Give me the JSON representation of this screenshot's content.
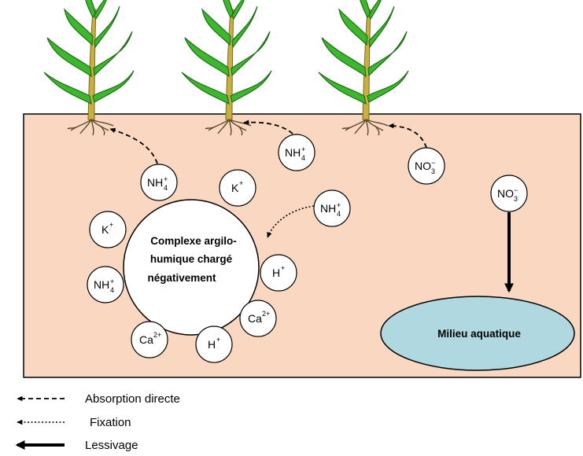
{
  "ions": {
    "nh4_top_left": {
      "base": "NH",
      "sub": "4",
      "sup": "+"
    },
    "nh4_middle": {
      "base": "NH",
      "sub": "4",
      "sup": "+"
    },
    "no3_top_right": {
      "base": "NO",
      "sub": "3",
      "sup": "−"
    },
    "k_upper": {
      "base": "K",
      "sup": "+"
    },
    "nh4_fixation": {
      "base": "NH",
      "sub": "4",
      "sup": "+"
    },
    "no3_leaching": {
      "base": "NO",
      "sub": "3",
      "sup": "−"
    },
    "k_left": {
      "base": "K",
      "sup": "+"
    },
    "h_right": {
      "base": "H",
      "sup": "+"
    },
    "nh4_left": {
      "base": "NH",
      "sub": "4",
      "sup": "+"
    },
    "ca_right": {
      "base": "Ca",
      "sup": "2+"
    },
    "ca_bottom": {
      "base": "Ca",
      "sup": "2+"
    },
    "h_bottom": {
      "base": "H",
      "sup": "+"
    }
  },
  "complex": {
    "line1": "Complexe argilo-",
    "line2": "humique chargé",
    "line3": "négativement"
  },
  "aquatic": {
    "label": "Milieu aquatique"
  },
  "legend": {
    "direct": "Absorption directe",
    "fixation": "Fixation",
    "leaching": "Lessivage"
  },
  "colors": {
    "soil": "#FAD7C0",
    "aquatic": "#B0D8E0",
    "leaf": "#3DB82E",
    "stem": "#C8B040"
  }
}
